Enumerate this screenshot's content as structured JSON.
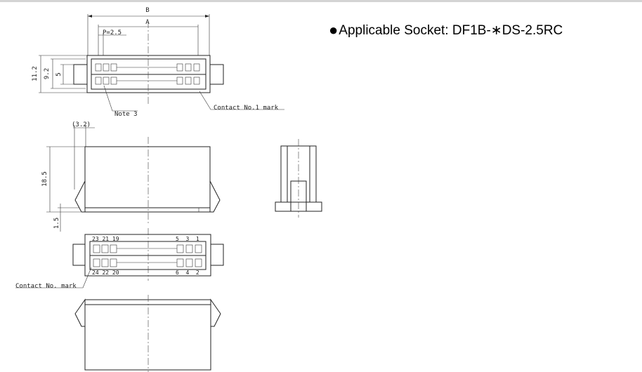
{
  "note": {
    "bullet": "●",
    "text": "Applicable Socket: DF1B-∗DS-2.5RC"
  },
  "dims": {
    "b": "B",
    "a": "A",
    "pitch": "P=2.5",
    "h_11_2": "11.2",
    "h_9_2": "9.2",
    "h_5": "5",
    "d_3_2": "(3.2)",
    "h_18_5": "18.5",
    "d_1_5": "1.5"
  },
  "callouts": {
    "note3": "Note 3",
    "contact_top": "Contact No.1 mark",
    "contact_bottom": "Contact No. mark"
  },
  "pins": {
    "top": [
      "23 21 19",
      "5  3  1"
    ],
    "bottom": [
      "24 22 20",
      "6  4  2"
    ]
  }
}
